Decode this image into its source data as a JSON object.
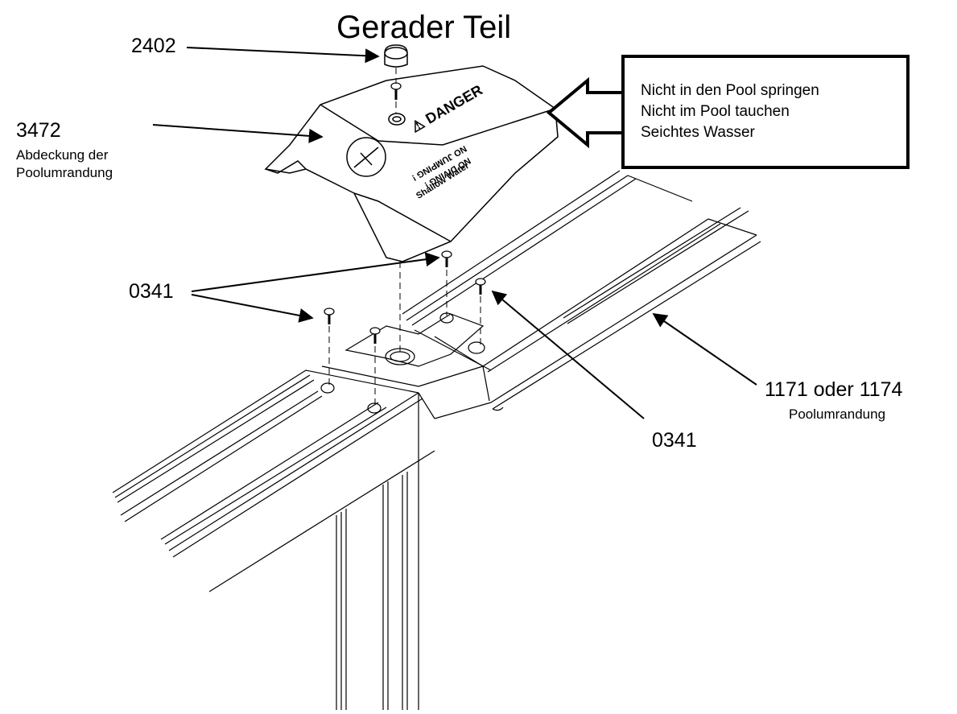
{
  "title": "Gerader Teil",
  "parts": {
    "cap": {
      "number": "2402"
    },
    "cover": {
      "number": "3472",
      "desc_line1": "Abdeckung der",
      "desc_line2": "Poolumrandung"
    },
    "screw_left": {
      "number": "0341"
    },
    "screw_right": {
      "number": "0341"
    },
    "rail": {
      "number": "1171 oder 1174",
      "desc": "Poolumrandung"
    }
  },
  "warning_callout": {
    "lines": [
      "Nicht in den Pool springen",
      "Nicht im Pool tauchen",
      "Seichtes Wasser"
    ]
  },
  "cover_markings": {
    "danger": "⚠ DANGER",
    "line1": "NO JUMPING !",
    "line2": "NO DIVING !",
    "line3": "Shallow Water"
  }
}
